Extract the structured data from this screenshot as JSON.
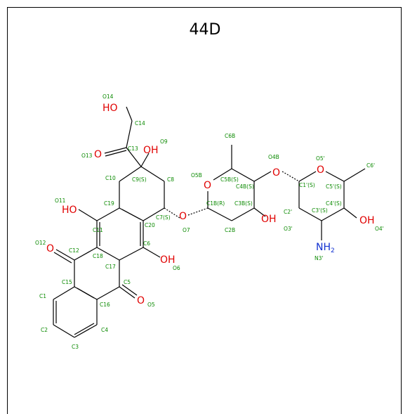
{
  "title": "44D",
  "hetero": {
    "HO_O14": "HO",
    "O13": "O",
    "OH_O9": "OH",
    "HO_O11": "HO",
    "O12": "O",
    "OH_O6": "OH",
    "O5": "O",
    "O7": "O",
    "O5B": "O",
    "OH_O3B": "OH",
    "O4B": "O",
    "O5p": "O",
    "OH_O4p": "OH",
    "NH2": "NH",
    "NH2_sub": "2"
  },
  "atom_labels": {
    "O14": "O14",
    "C14": "C14",
    "O9": "O9",
    "C13": "C13",
    "O13": "O13",
    "C10": "C10",
    "C9": "C9(S)",
    "C8": "C8",
    "O11": "O11",
    "C19": "C19",
    "C7": "C7(S)",
    "C20": "C20",
    "C11": "C11",
    "O12": "O12",
    "C12": "C12",
    "C6": "C6",
    "C18": "C18",
    "C17": "C17",
    "O6": "O6",
    "C15": "C15",
    "C5": "C5",
    "C1": "C1",
    "C16": "C16",
    "O5": "O5",
    "C2": "C2",
    "C4": "C4",
    "C3": "C3",
    "C6B": "C6B",
    "O5B": "O5B",
    "C5B": "C5B(S)",
    "O4B": "O4B",
    "C4B": "C4B(S)",
    "C1B": "C1B(R)",
    "C3B": "C3B(S)",
    "O7": "O7",
    "C2B": "C2B",
    "O5p": "O5'",
    "C6p": "C6'",
    "C1p": "C1'(S)",
    "C5p": "C5'(S)",
    "C2p": "C2'",
    "C4p": "C4'(S)",
    "C3p": "C3'(S)",
    "O3p": "O3'",
    "O4p": "O4'",
    "N3p": "N3'"
  }
}
